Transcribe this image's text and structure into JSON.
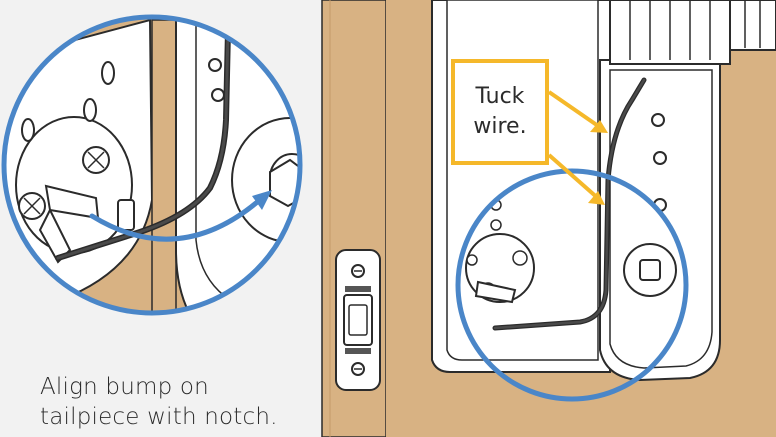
{
  "caption": {
    "line1": "Align bump on",
    "line2": "tailpiece with notch."
  },
  "callout": {
    "line1": "Tuck",
    "line2": "wire."
  },
  "colors": {
    "wood": "#d8b283",
    "wood_dark": "#c49a68",
    "left_panel_bg": "#f2f2f2",
    "magnifier_blue": "#4a86c8",
    "callout_yellow": "#f5b82a",
    "metal": "#ffffff",
    "outline": "#2b2b2b",
    "wire": "#3a3a3a"
  },
  "icons": {
    "strike_plate": "strike-plate-icon",
    "magnifier": "magnifier-circle"
  }
}
